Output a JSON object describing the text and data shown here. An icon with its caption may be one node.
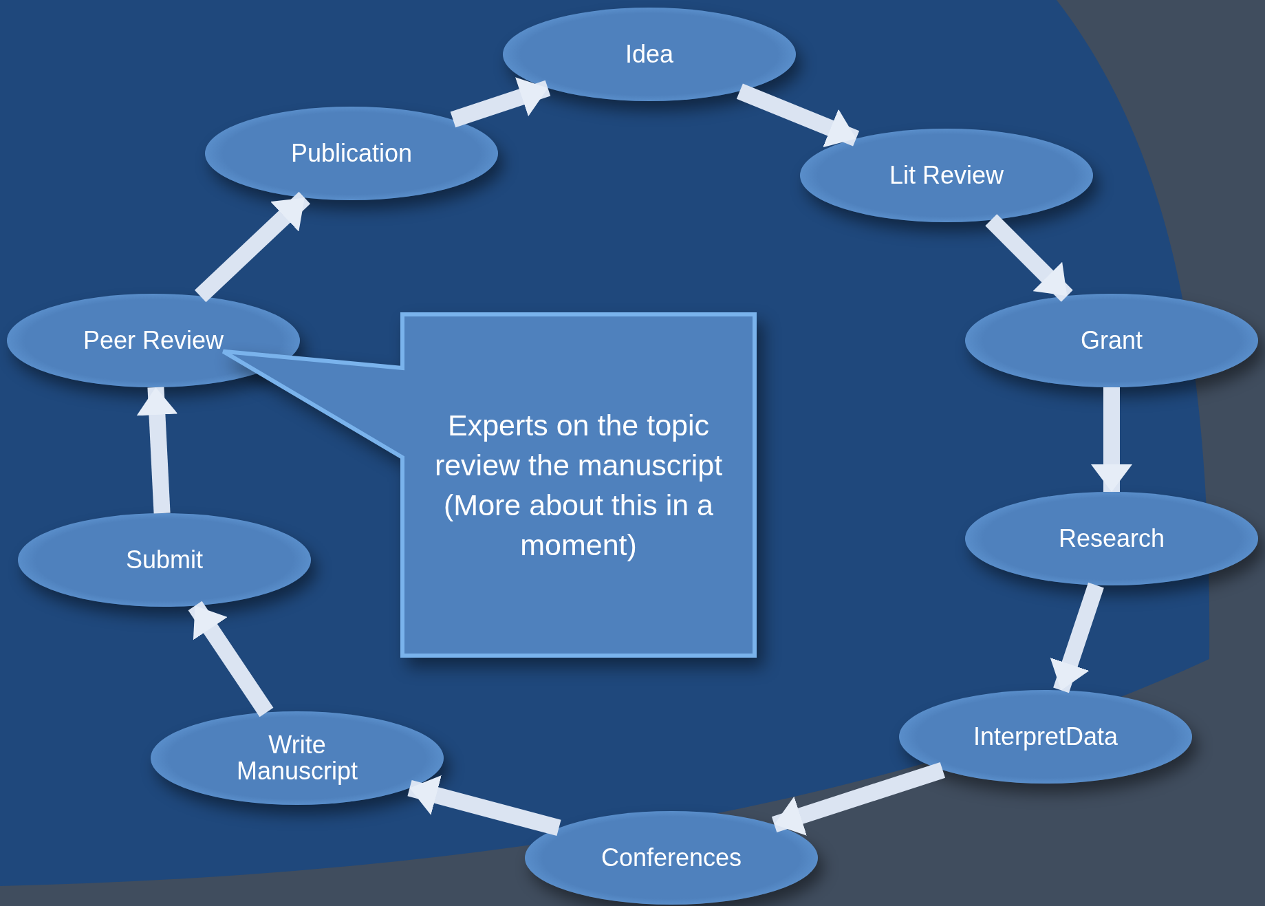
{
  "diagram": {
    "nodes": [
      {
        "text": [
          "Idea"
        ]
      },
      {
        "text": [
          "Lit Review"
        ]
      },
      {
        "text": [
          "Grant"
        ]
      },
      {
        "text": [
          "Research"
        ]
      },
      {
        "text": [
          "InterpretData"
        ]
      },
      {
        "text": [
          "Conferences"
        ]
      },
      {
        "text": [
          "Write Manuscript"
        ]
      },
      {
        "text": [
          "Submit"
        ]
      },
      {
        "text": [
          "Peer Review"
        ]
      },
      {
        "text": [
          "Publication"
        ]
      },
      {
        "text": [
          "Experts on the topic review the manuscript (More about this in a moment)"
        ]
      }
    ],
    "edges": [
      {
        "from": 0,
        "to": 1,
        "arrow": "to"
      },
      {
        "from": 1,
        "to": 2,
        "arrow": "to"
      },
      {
        "from": 2,
        "to": 3,
        "arrow": "to"
      },
      {
        "from": 3,
        "to": 4,
        "arrow": "to"
      },
      {
        "from": 4,
        "to": 5,
        "arrow": "to"
      },
      {
        "from": 5,
        "to": 6,
        "arrow": "to"
      },
      {
        "from": 6,
        "to": 7,
        "arrow": "to"
      },
      {
        "from": 7,
        "to": 8,
        "arrow": "to"
      },
      {
        "from": 8,
        "to": 9,
        "arrow": "to"
      },
      {
        "from": 9,
        "to": 0,
        "arrow": "to"
      }
    ]
  }
}
